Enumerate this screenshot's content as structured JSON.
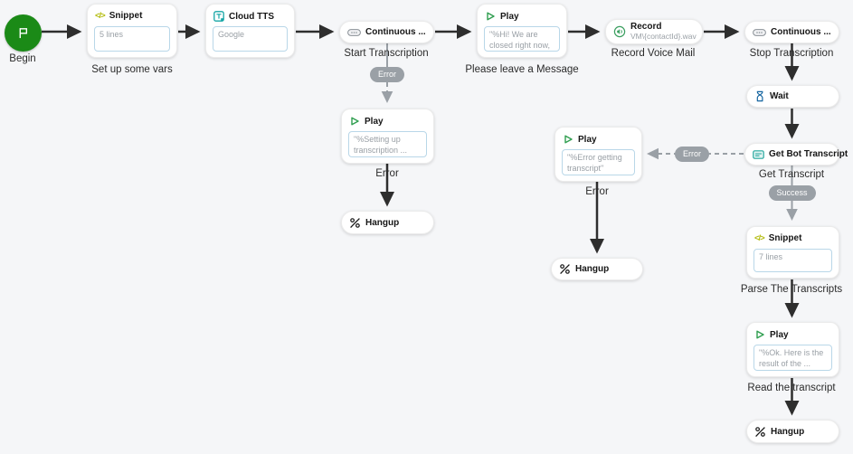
{
  "palette": {
    "background": "#f5f6f8",
    "node_background": "#ffffff",
    "arrow_black": "#2e2e2e",
    "connector_gray": "#9aa0a6",
    "badge_gray": "#9aa0a6",
    "content_border_blue": "#b9d7e8",
    "content_text_gray": "#9aa0a6",
    "begin_green": "#1b8a17",
    "play_green": "#2f9e4f",
    "record_green": "#3a9e5f",
    "tts_teal": "#14a5a5",
    "transcript_teal": "#25a79e",
    "wait_blue": "#1565a0",
    "snippet_yellow_green": "#b3bc0f"
  },
  "icon_glyphs": {
    "snippet": "</>"
  },
  "icons": {
    "begin": "flag-icon",
    "snippet": "code-icon",
    "cloud_tts": "text-to-speech-icon",
    "continuous": "transcription-pill-icon",
    "play": "play-triangle-icon",
    "record": "speaker-icon",
    "wait": "hourglass-icon",
    "get_bot_transcript": "transcript-card-icon",
    "hangup": "hangup-phone-icon"
  },
  "nodes": {
    "begin": {
      "label": "Begin"
    },
    "snippet1": {
      "title": "Snippet",
      "content": "5 lines",
      "label": "Set up some vars"
    },
    "cloudtts": {
      "title": "Cloud TTS",
      "content": "Google"
    },
    "continuous1": {
      "title": "Continuous ...",
      "label": "Start Transcription"
    },
    "play1": {
      "title": "Play",
      "content": "\"%Hi! We are closed right now, ...",
      "label": "Please leave a Message"
    },
    "record": {
      "title": "Record",
      "subtitle": "VM\\{contactId}.wav",
      "label": "Record Voice Mail"
    },
    "continuous2": {
      "title": "Continuous ...",
      "label": "Stop Transcription"
    },
    "wait": {
      "title": "Wait"
    },
    "getbot": {
      "title": "Get Bot Transcript",
      "label": "Get Transcript"
    },
    "snippet2": {
      "title": "Snippet",
      "content": "7 lines",
      "label": "Parse The Transcripts"
    },
    "play2": {
      "title": "Play",
      "content": "\"%Setting up transcription ...",
      "label": "Error"
    },
    "hangup1": {
      "title": "Hangup"
    },
    "play4": {
      "title": "Play",
      "content": "\"%Error getting transcript\"",
      "label": "Error"
    },
    "hangup2": {
      "title": "Hangup"
    },
    "play3": {
      "title": "Play",
      "content": "\"%Ok. Here is the result of the ...",
      "label": "Read the transcript"
    },
    "hangup3": {
      "title": "Hangup"
    }
  },
  "badges": {
    "error1": "Error",
    "error2": "Error",
    "success": "Success"
  }
}
